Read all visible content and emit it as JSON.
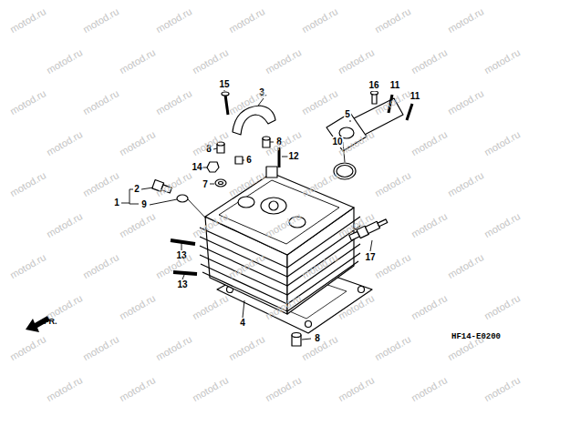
{
  "diagram": {
    "labels": [
      "15",
      "3",
      "16",
      "11",
      "11",
      "5",
      "8",
      "8",
      "6",
      "12",
      "10",
      "14",
      "7",
      "2",
      "1",
      "9",
      "17",
      "13",
      "13",
      "4",
      "8",
      "FR.",
      "HF14-E0200",
      "motod.ru",
      "motod.ru",
      "motod.ru",
      "motod.ru",
      "motod.ru",
      "motod.ru",
      "motod.ru",
      "motod.ru",
      "motod.ru",
      "motod.ru",
      "motod.ru",
      "motod.ru",
      "motod.ru",
      "motod.ru",
      "motod.ru",
      "motod.ru",
      "motod.ru",
      "motod.ru",
      "motod.ru",
      "motod.ru",
      "motod.ru",
      "motod.ru",
      "motod.ru",
      "motod.ru",
      "motod.ru",
      "motod.ru",
      "motod.ru",
      "motod.ru",
      "motod.ru",
      "motod.ru",
      "motod.ru",
      "motod.ru",
      "motod.ru",
      "motod.ru",
      "motod.ru",
      "motod.ru",
      "motod.ru",
      "motod.ru",
      "motod.ru",
      "motod.ru",
      "motod.ru",
      "motod.ru",
      "motod.ru",
      "motod.ru",
      "motod.ru",
      "motod.ru",
      "motod.ru",
      "motod.ru",
      "motod.ru",
      "motod.ru",
      "motod.ru",
      "motod.ru",
      "motod.ru",
      "motod.ru",
      "motod.ru",
      "motod.ru",
      "motod.ru",
      "motod.ru",
      "motod.ru",
      "motod.ru",
      "motod.ru",
      "motod.ru",
      "motod.ru",
      "motod.ru",
      "motod.ru",
      "motod.ru",
      "motod.ru",
      "motod.ru",
      "motod.ru",
      "motod.ru"
    ]
  }
}
